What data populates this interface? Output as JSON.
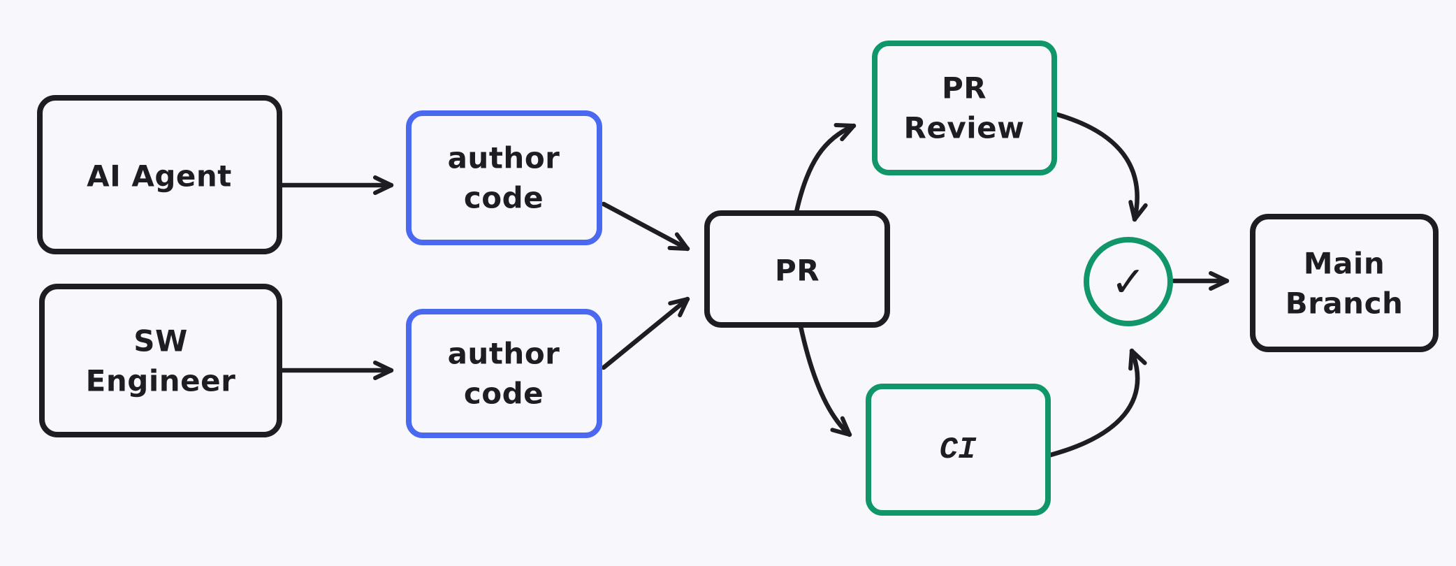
{
  "title": "PR code review flow diagram",
  "colors": {
    "background": "#f8f8fc",
    "ink": "#1d1d22",
    "blue": "#4b69f0",
    "green": "#109669"
  },
  "nodes": {
    "ai_agent": {
      "label": "AI Agent"
    },
    "sw_engineer": {
      "line1": "SW",
      "line2": "Engineer"
    },
    "author_code_1": {
      "line1": "author",
      "line2": "code"
    },
    "author_code_2": {
      "line1": "author",
      "line2": "code"
    },
    "pr": {
      "label": "PR"
    },
    "pr_review": {
      "line1": "PR",
      "line2": "Review"
    },
    "ci": {
      "label": "CI"
    },
    "approval": {
      "icon": "check-icon",
      "symbol": "✓"
    },
    "main_branch": {
      "line1": "Main",
      "line2": "Branch"
    }
  },
  "edges": [
    {
      "from": "ai-agent",
      "to": "author-code-1"
    },
    {
      "from": "sw-engineer",
      "to": "author-code-2"
    },
    {
      "from": "author-code-1",
      "to": "pr"
    },
    {
      "from": "author-code-2",
      "to": "pr"
    },
    {
      "from": "pr",
      "to": "pr-review"
    },
    {
      "from": "pr",
      "to": "ci"
    },
    {
      "from": "pr-review",
      "to": "approval-check"
    },
    {
      "from": "ci",
      "to": "approval-check"
    },
    {
      "from": "approval-check",
      "to": "main-branch"
    }
  ]
}
